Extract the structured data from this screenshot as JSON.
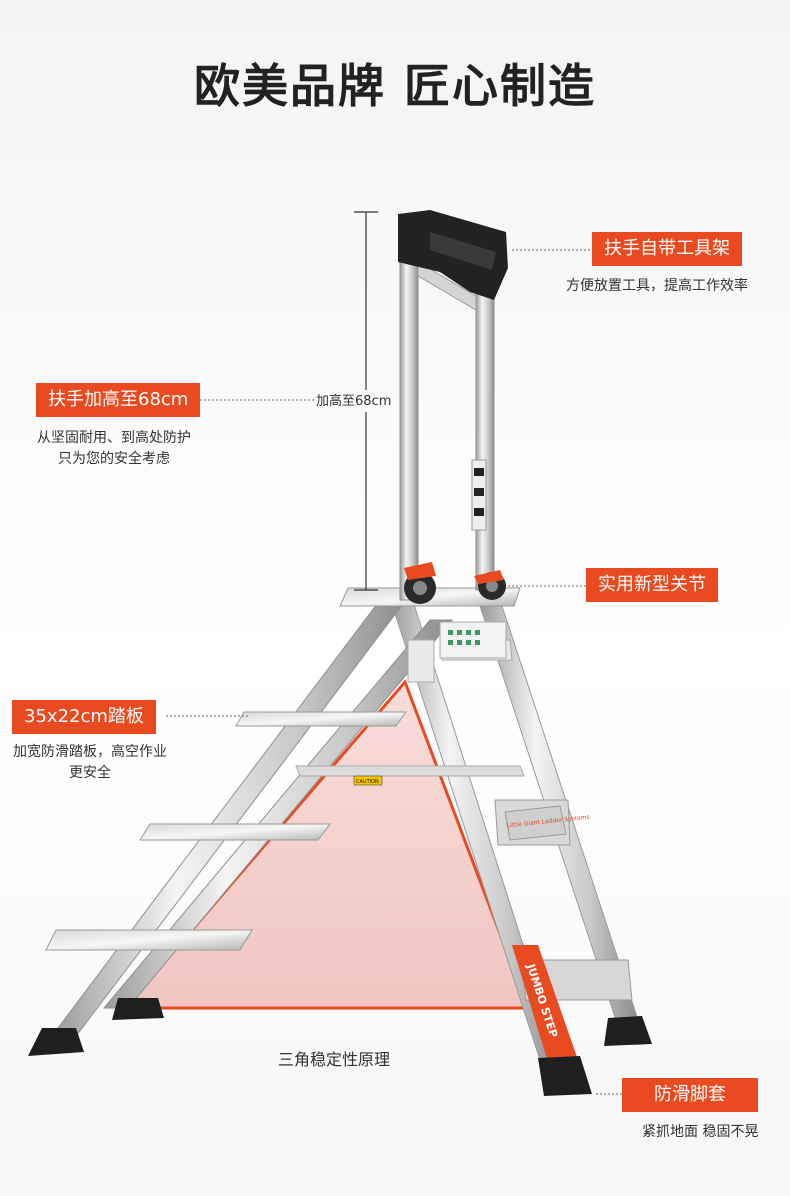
{
  "title": "欧美品牌   匠心制造",
  "features": {
    "tool_tray": {
      "label": "扶手自带工具架",
      "desc": [
        "方便放置工具，提高工作效率"
      ]
    },
    "handrail_height": {
      "label": "扶手加高至68cm",
      "desc": [
        "从坚固耐用、到高处防护",
        "只为您的安全考虑"
      ],
      "dimension": "加高至68cm"
    },
    "joint": {
      "label": "实用新型关节"
    },
    "tread": {
      "label": "35x22cm踏板",
      "desc": [
        "加宽防滑踏板，高空作业",
        "更安全"
      ]
    },
    "triangle": {
      "caption": "三角稳定性原理"
    },
    "feet": {
      "label": "防滑脚套",
      "desc": [
        "紧抓地面 稳固不晃"
      ]
    }
  },
  "product": {
    "caution_label": "CAUTION",
    "brand_label": "Little Giant Ladder Systems",
    "model_label": "JUMBO STEP"
  },
  "colors": {
    "accent": "#e94a1f",
    "text": "#333333",
    "dark": "#1f1f1f"
  }
}
